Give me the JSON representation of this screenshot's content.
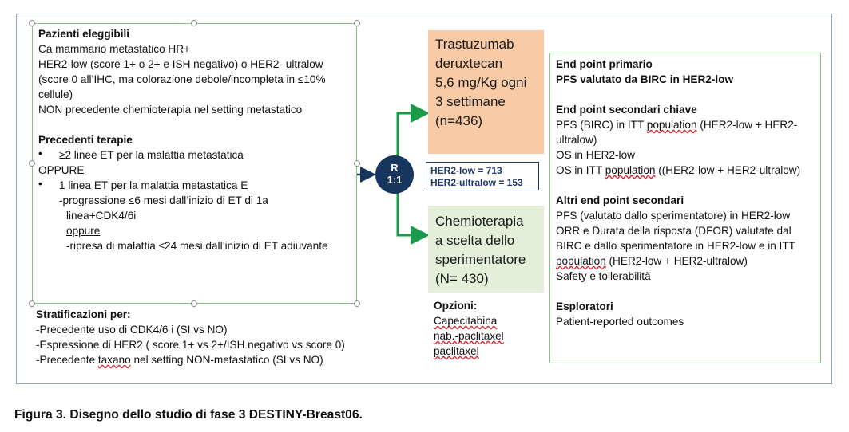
{
  "eligibility": {
    "title": "Pazienti eleggibili",
    "l1": "Ca mammario metastatico HR+",
    "l2a": "HER2-low (score 1+ o 2+ e ISH negativo) o HER2- ",
    "l2b": "ultralow",
    "l3": "(score 0 all’IHC, ma colorazione debole/incompleta in ≤10%",
    "l4": "cellule)",
    "l5": "NON precedente chemioterapia nel setting metastatico"
  },
  "prior": {
    "title": "Precedenti terapie",
    "bullet": "•",
    "b1": "≥2 linee ET per la malattia metastatica",
    "oppure1": "OPPURE",
    "b2a": "1 linea ET per la malattia metastatica ",
    "b2b": "E",
    "s1": "-progressione ≤6 mesi dall’inizio di ET di 1a",
    "s2": "linea+CDK4/6i",
    "oppure2": "oppure",
    "s3": "-ripresa di malattia ≤24 mesi dall’inizio di ET adiuvante"
  },
  "strat": {
    "title": "Stratificazioni per:",
    "l1": "-Precedente uso di CDK4/6 i (SI vs NO)",
    "l2": "-Espressione di HER2 ( score 1+ vs 2+/ISH negativo vs score 0)",
    "l3a": "-Precedente ",
    "l3b": "taxano",
    "l3c": " nel setting NON-metastatico (SI vs NO)"
  },
  "randomization": {
    "l1": "R",
    "l2": "1:1"
  },
  "counts": {
    "l1": "HER2-low = 713",
    "l2": "HER2-ultralow = 153"
  },
  "arm_t": {
    "l1": "Trastuzumab",
    "l2": "deruxtecan",
    "l3": "5,6 mg/Kg ogni",
    "l4": "3 settimane",
    "l5": "(n=436)"
  },
  "arm_c": {
    "l1": "Chemioterapia",
    "l2": "a scelta dello",
    "l3": "sperimentatore",
    "l4": "(N= 430)"
  },
  "options": {
    "title": "Opzioni:",
    "o1": "Capecitabina",
    "o2": "nab.-paclitaxel",
    "o3": "paclitaxel"
  },
  "endpoints": {
    "primary_title": "End point primario",
    "primary": "PFS valutato da BIRC in HER2-low",
    "secondary_title": "End point secondari chiave",
    "s1a": "PFS (BIRC) in ITT ",
    "s1b": "population",
    "s1c": "  (HER2-low + HER2-",
    "s2": "ultralow)",
    "s3": "OS in HER2-low",
    "s4a": "OS in ITT ",
    "s4b": "population",
    "s4c": " ((HER2-low + HER2-ultralow)",
    "other_title": "Altri end point secondari",
    "o1": "PFS (valutato dallo sperimentatore) in HER2-low",
    "o2": "ORR e Durata della risposta (DFOR) valutate dal",
    "o3": "BIRC e dallo sperimentatore in HER2-low e in ITT",
    "o4a": "population",
    "o4b": "  (HER2-low + HER2-ultralow)",
    "o5": "Safety e tollerabilità",
    "expl_title": "Esploratori",
    "e1": "Patient-reported outcomes"
  },
  "caption": "Figura 3. Disegno dello studio di fase 3 DESTINY-Breast06.",
  "colors": {
    "arrow": "#1a9a4a",
    "navy": "#17365d",
    "arm_t_bg": "#f9caa6",
    "arm_c_bg": "#e3efd9"
  }
}
